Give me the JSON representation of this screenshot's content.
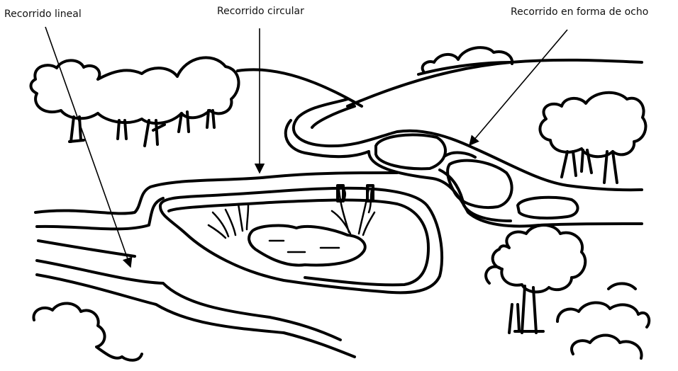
{
  "labels": {
    "lineal": "Recorrido lineal",
    "circular": "Recorrido circular",
    "ocho": "Recorrido en forma de ocho"
  }
}
